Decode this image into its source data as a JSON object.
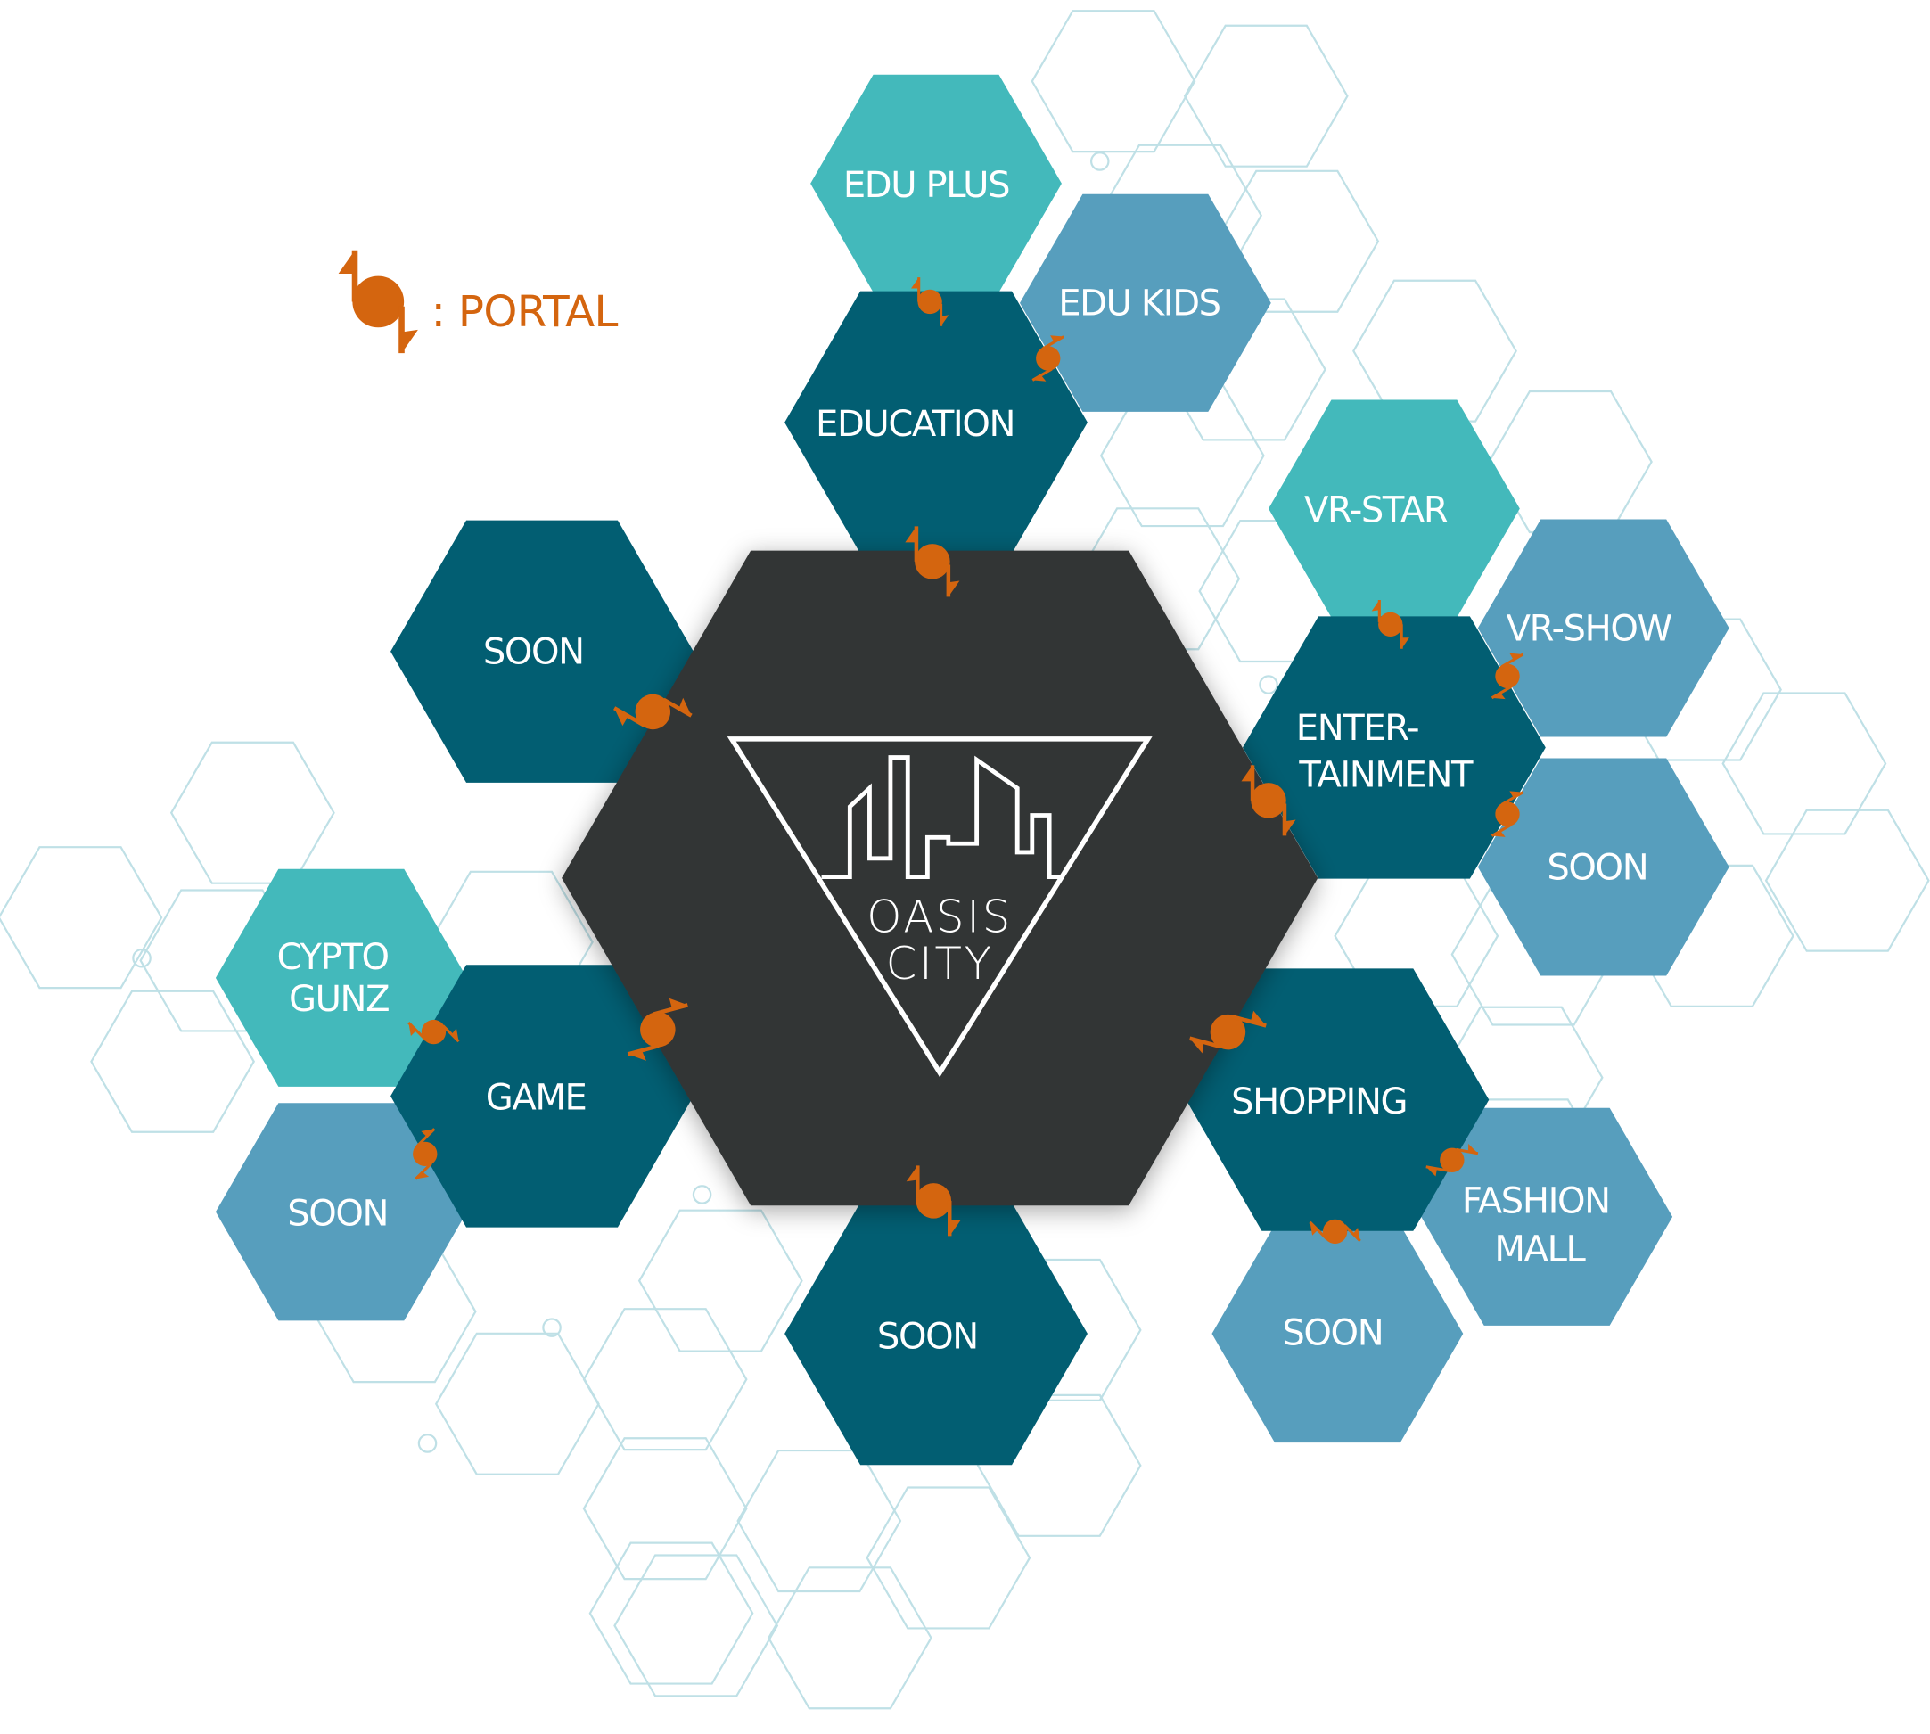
{
  "colors": {
    "center": "#333434",
    "primary": "#025e72",
    "teal": "#43b9bb",
    "blue": "#579ebd",
    "portal": "#d4650f",
    "background_lines": "#bfe0e6"
  },
  "legend": {
    "icon": "portal-icon",
    "label": ": PORTAL"
  },
  "logo": {
    "line1": "OASIS",
    "line2": "CITY"
  },
  "hexes": {
    "education": "EDUCATION",
    "edu_plus": "EDU  PLUS",
    "edu_kids": "EDU  KIDS",
    "soon_upper_left": "SOON",
    "game": "GAME",
    "crypto_gunz": [
      "CYPTO",
      "GUNZ"
    ],
    "soon_game": "SOON",
    "soon_bottom": "SOON",
    "entertainment": [
      "ENTER-",
      "TAINMENT"
    ],
    "vr_star": "VR-STAR",
    "vr_show": "VR-SHOW",
    "soon_entertainment": "SOON",
    "shopping": "SHOPPING",
    "fashion_mall": [
      "FASHION",
      "MALL"
    ],
    "soon_shopping": "SOON"
  }
}
